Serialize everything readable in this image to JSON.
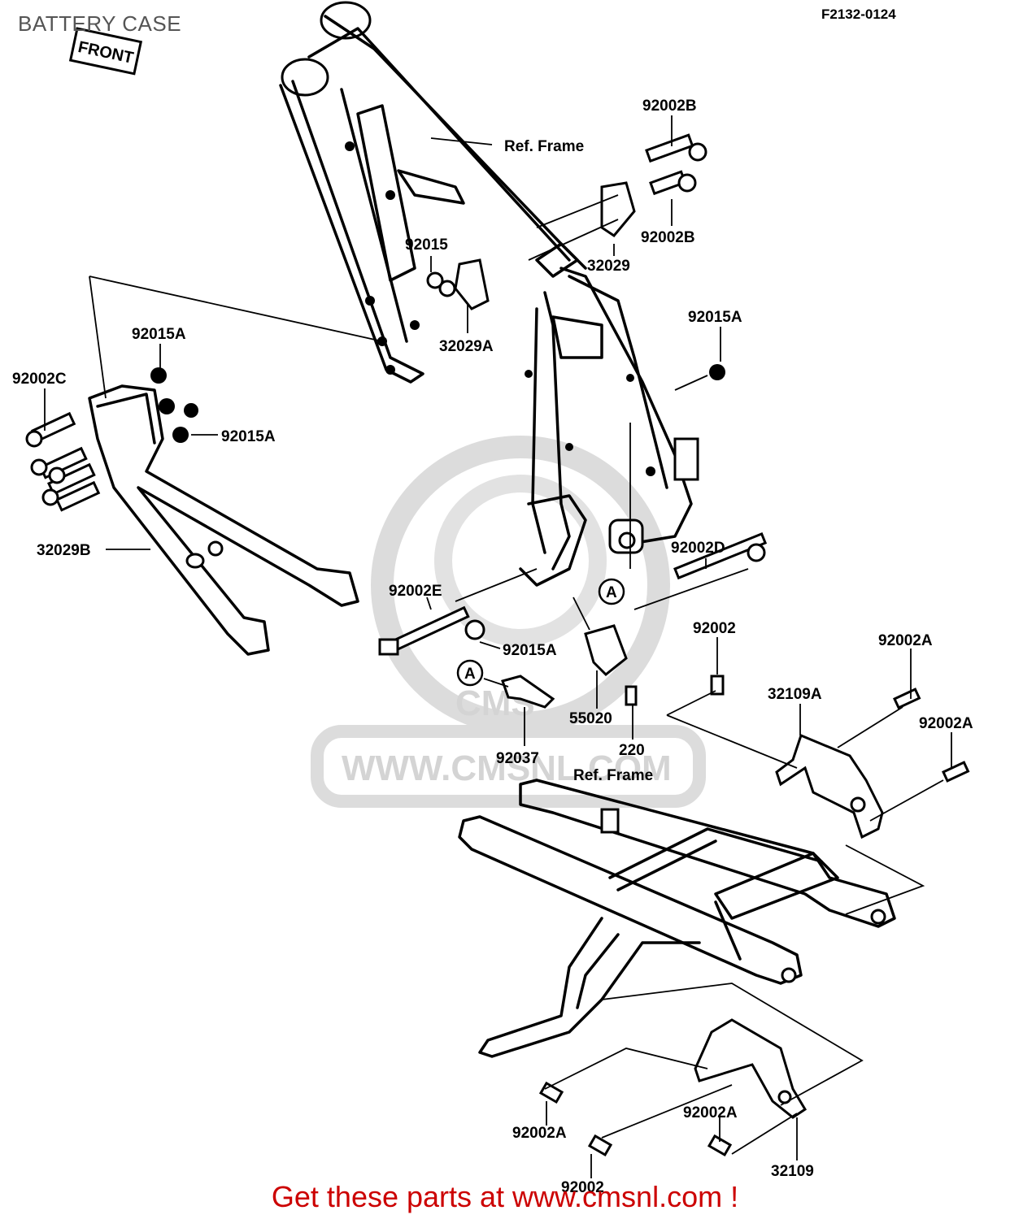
{
  "header": {
    "title": "BATTERY CASE",
    "diagram_code": "F2132-0124"
  },
  "front_tag": {
    "text": "FRONT"
  },
  "watermark": {
    "text": "WWW.CMSNL.COM",
    "logo_letters": "CMS"
  },
  "refs": {
    "ref_frame_upper": "Ref. Frame",
    "ref_frame_lower": "Ref. Frame",
    "circle_a": "A"
  },
  "parts": {
    "p92002B_top": "92002B",
    "p92002B_bottom": "92002B",
    "p32029": "32029",
    "p92015": "92015",
    "p32029A": "32029A",
    "p92015A_right": "92015A",
    "p92015A_left_top": "92015A",
    "p92002C": "92002C",
    "p92015A_left_mid": "92015A",
    "p32029B": "32029B",
    "p92002D": "92002D",
    "p92002E": "92002E",
    "p92015A_center": "92015A",
    "p92002_a": "92002",
    "p92002A_top": "92002A",
    "p32109A": "32109A",
    "p92002A_right": "92002A",
    "p55020": "55020",
    "p220": "220",
    "p92037": "92037",
    "p92002A_bottom_left": "92002A",
    "p92002A_bottom_right": "92002A",
    "p32109": "32109",
    "p92002_bottom": "92002"
  },
  "footer": {
    "text": "Get these parts at www.cmsnl.com !",
    "color": "#cc0000"
  }
}
